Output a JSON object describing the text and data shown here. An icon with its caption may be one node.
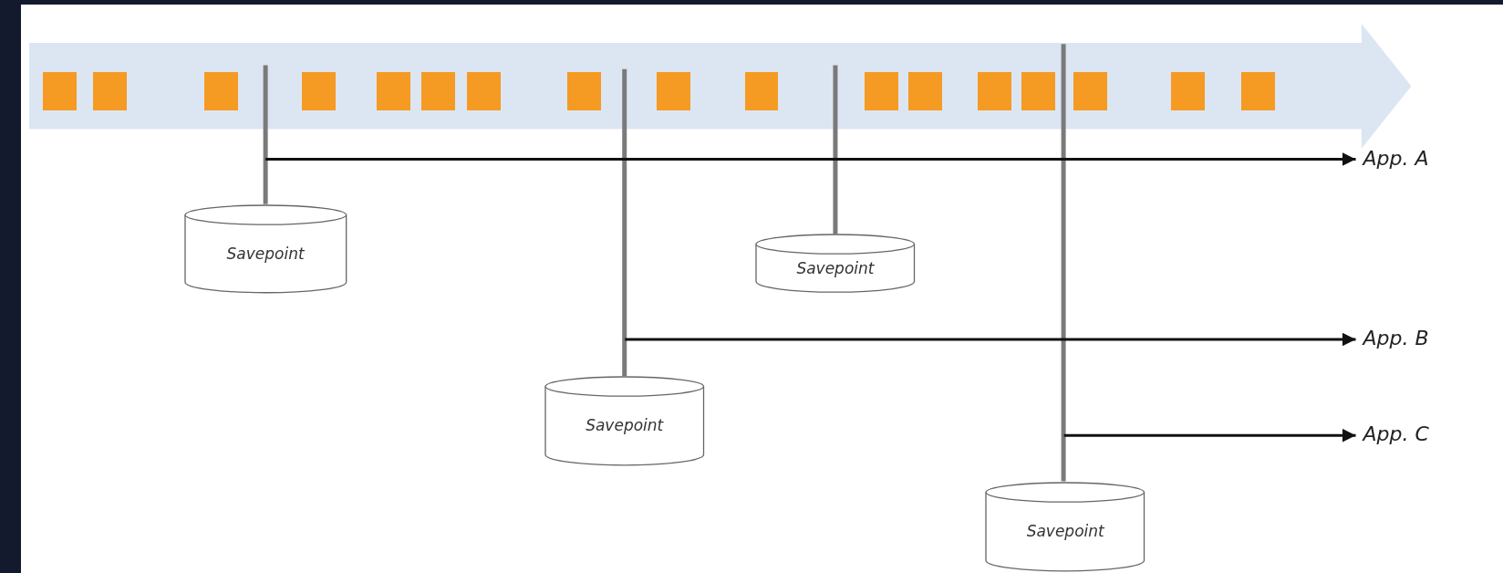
{
  "diagram": {
    "nodes": [
      {
        "text": [],
        "shape": "arrow"
      },
      {
        "text": [],
        "shape": "box",
        "in": 0
      },
      {
        "text": [],
        "shape": "box",
        "in": 0
      },
      {
        "text": [],
        "shape": "box",
        "in": 0
      },
      {
        "text": [],
        "shape": "box",
        "in": 0
      },
      {
        "text": [],
        "shape": "box",
        "in": 0
      },
      {
        "text": [],
        "shape": "box",
        "in": 0
      },
      {
        "text": [],
        "shape": "box",
        "in": 0
      },
      {
        "text": [],
        "shape": "box",
        "in": 0
      },
      {
        "text": [],
        "shape": "box",
        "in": 0
      },
      {
        "text": [],
        "shape": "box",
        "in": 0
      },
      {
        "text": [],
        "shape": "box",
        "in": 0
      },
      {
        "text": [],
        "shape": "box",
        "in": 0
      },
      {
        "text": [],
        "shape": "box",
        "in": 0
      },
      {
        "text": [],
        "shape": "box",
        "in": 0
      },
      {
        "text": [],
        "shape": "box",
        "in": 0
      },
      {
        "text": [],
        "shape": "box",
        "in": 0
      },
      {
        "text": [],
        "shape": "box",
        "in": 0
      },
      {
        "text": [
          "App. A"
        ]
      },
      {
        "text": [
          "Savepoint"
        ]
      },
      {
        "text": [
          "Savepoint"
        ]
      },
      {
        "text": [
          "App. B"
        ]
      },
      {
        "text": [
          "Savepoint"
        ]
      },
      {
        "text": [
          "App. C"
        ]
      },
      {
        "text": [
          "Savepoint"
        ]
      }
    ],
    "edges": [
      {
        "from": 0,
        "to": 19,
        "arrow": "none"
      },
      {
        "from": 0,
        "to": 22,
        "arrow": "none"
      },
      {
        "from": 0,
        "to": 20,
        "arrow": "none"
      },
      {
        "from": 0,
        "to": 24,
        "arrow": "none"
      },
      {
        "from": null,
        "to": 18,
        "arrow": "to",
        "color": "#111111"
      },
      {
        "from": null,
        "to": 21,
        "arrow": "to",
        "color": "#111111"
      },
      {
        "from": null,
        "to": 23,
        "arrow": "to",
        "color": "#111111"
      }
    ]
  }
}
